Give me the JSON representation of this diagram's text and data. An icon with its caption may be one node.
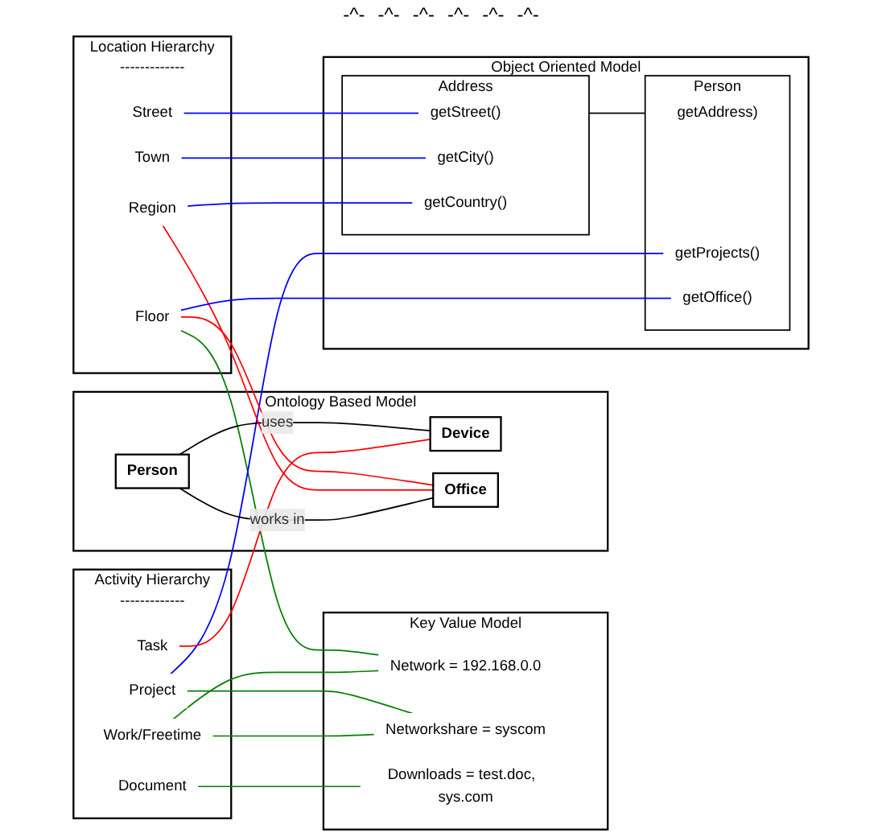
{
  "diagram": {
    "nodes": [
      {
        "text": [
          "Activity Hierarchy",
          "-------------"
        ]
      },
      {
        "text": [
          "Work/Freetime"
        ],
        "in": 0
      },
      {
        "text": [
          "Project"
        ],
        "in": 0
      },
      {
        "text": [
          "Document"
        ],
        "in": 0
      },
      {
        "text": [
          "Task"
        ],
        "in": 0
      },
      {
        "text": [
          "Location Hierarchy",
          "-------------"
        ]
      },
      {
        "text": [
          "Region"
        ],
        "in": 5
      },
      {
        "text": [
          "Town"
        ],
        "in": 5
      },
      {
        "text": [
          "Street"
        ],
        "in": 5
      },
      {
        "text": [
          "Floor"
        ],
        "in": 5
      },
      {
        "text": [
          "Key Value Model"
        ]
      },
      {
        "text": [
          "Network = 192.168.0.0"
        ],
        "in": 10
      },
      {
        "text": [
          "Networkshare = syscom"
        ],
        "in": 10
      },
      {
        "text": [
          "Downloads = test.doc,  sys.com"
        ],
        "in": 10
      },
      {
        "text": [
          "Ontology Based Model"
        ]
      },
      {
        "text": [
          "Person"
        ],
        "in": 14
      },
      {
        "text": [
          "Device"
        ],
        "in": 14
      },
      {
        "text": [
          "Office"
        ],
        "in": 14
      },
      {
        "text": [
          "Object Oriented Model"
        ]
      },
      {
        "text": [
          "Address"
        ],
        "in": 18
      },
      {
        "text": [
          "getStreet()"
        ],
        "in": 19
      },
      {
        "text": [
          "getCity()"
        ],
        "in": 19
      },
      {
        "text": [
          "getCountry()"
        ],
        "in": 19
      },
      {
        "text": [
          "Person"
        ],
        "in": 18
      },
      {
        "text": [
          "getAddress)"
        ],
        "in": 23
      },
      {
        "text": [
          "getProjects()"
        ],
        "in": 23
      },
      {
        "text": [
          "getOffice()"
        ],
        "in": 23
      }
    ],
    "edges": [
      {
        "from": 1,
        "to": 11,
        "arrow": "none",
        "color": "#008000"
      },
      {
        "from": 1,
        "to": 12,
        "arrow": "none",
        "color": "#008000"
      },
      {
        "from": 2,
        "to": 12,
        "arrow": "none",
        "color": "#008000"
      },
      {
        "from": 3,
        "to": 13,
        "arrow": "none",
        "color": "#008000"
      },
      {
        "from": 9,
        "to": 11,
        "arrow": "none",
        "color": "#008000"
      },
      {
        "from": 2,
        "to": 25,
        "arrow": "none",
        "color": "#0000ff"
      },
      {
        "from": 4,
        "to": 16,
        "arrow": "none",
        "color": "#ff0000"
      },
      {
        "from": 15,
        "to": 16,
        "arrow": "none",
        "label": "uses",
        "color": "#000000"
      },
      {
        "from": 15,
        "to": 17,
        "arrow": "none",
        "label": "works in",
        "color": "#000000"
      },
      {
        "from": 6,
        "to": 17,
        "arrow": "none",
        "color": "#ff0000"
      },
      {
        "from": 9,
        "to": 17,
        "arrow": "none",
        "color": "#ff0000"
      },
      {
        "from": 6,
        "to": 22,
        "arrow": "none",
        "color": "#0000ff"
      },
      {
        "from": 7,
        "to": 21,
        "arrow": "none",
        "color": "#0000ff"
      },
      {
        "from": 8,
        "to": 20,
        "arrow": "none",
        "color": "#0000ff"
      },
      {
        "from": 9,
        "to": 26,
        "arrow": "none",
        "color": "#0000ff"
      },
      {
        "from": 19,
        "to": 23,
        "arrow": "none",
        "color": "#000000"
      }
    ],
    "labels": [
      "-^-",
      "-^-",
      "-^-",
      "-^-",
      "-^-",
      "-^-"
    ]
  }
}
